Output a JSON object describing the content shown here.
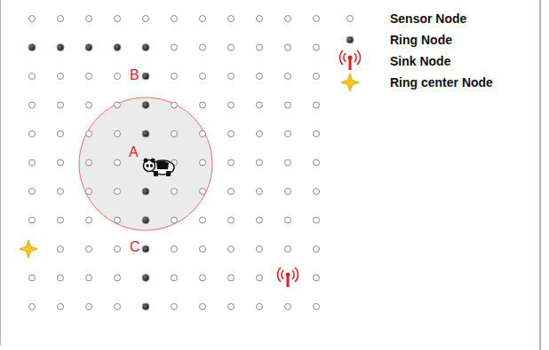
{
  "diagram": {
    "labels": [
      "B",
      "A",
      "C"
    ],
    "legend": [
      {
        "text": "Sensor Node"
      },
      {
        "text": "Ring Node"
      },
      {
        "text": "Sink Node"
      },
      {
        "text": "Ring center Node"
      }
    ]
  }
}
